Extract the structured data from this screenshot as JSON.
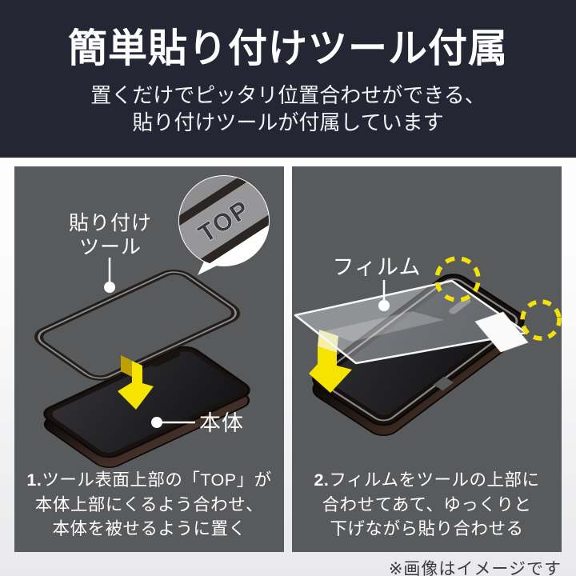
{
  "header": {
    "title": "簡単貼り付けツール付属",
    "subtitle_lines": [
      "置くだけでピッタリ位置合わせができる、",
      "貼り付けツールが付属しています"
    ]
  },
  "left_panel": {
    "tool_label_lines": [
      "貼り付け",
      "ツール"
    ],
    "top_badge": "TOP",
    "body_label": "本体",
    "step_number": "1.",
    "step_lines": [
      "ツール表面上部の「TOP」が",
      "本体上部にくるよう合わせ、",
      "本体を被せるように置く"
    ]
  },
  "right_panel": {
    "film_label": "フィルム",
    "step_number": "2.",
    "step_lines": [
      "フィルムをツールの上部に",
      "合わせてあて、ゆっくりと",
      "下げながら貼り合わせる"
    ]
  },
  "footer": {
    "note": "※画像はイメージです"
  },
  "colors": {
    "header_bg": "#242633",
    "panel_bg": "#595a5c",
    "accent_yellow": "#f5e300",
    "dashed_circle_yellow": "#f2e205",
    "text_light": "#ffffff",
    "note_text": "#3b3b3d"
  }
}
